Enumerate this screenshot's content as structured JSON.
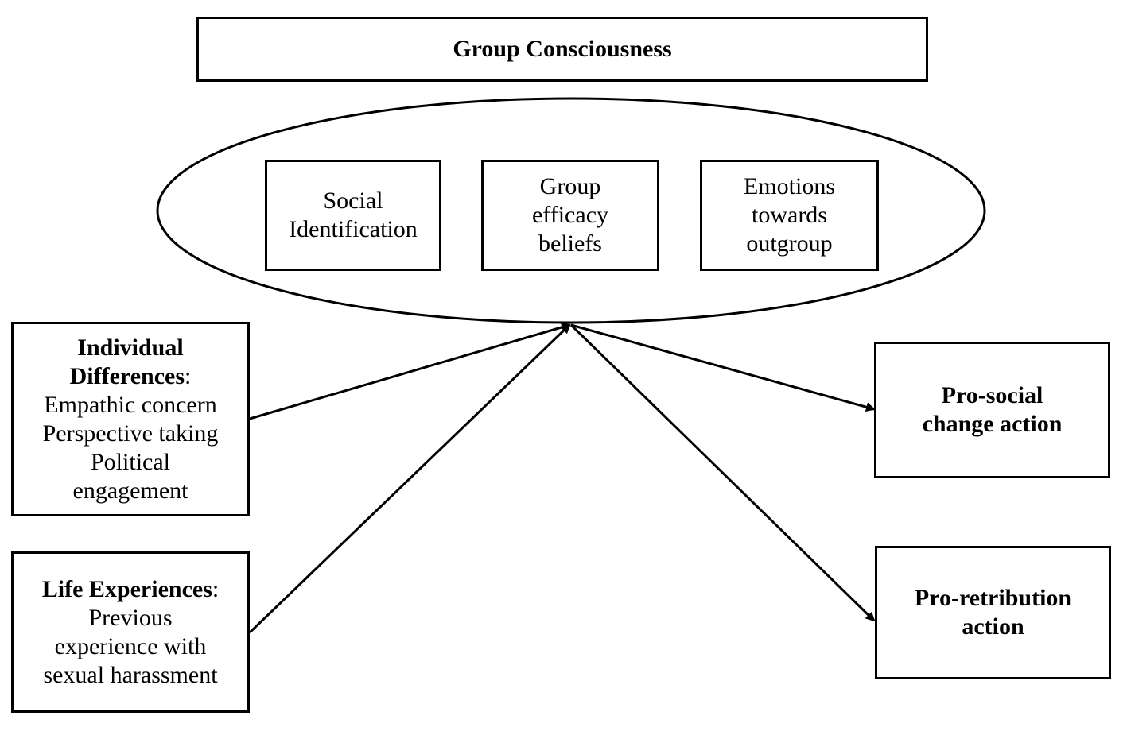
{
  "title": "Group Consciousness",
  "components": {
    "social_identification": [
      "Social",
      "Identification"
    ],
    "group_efficacy": [
      "Group",
      "efficacy",
      "beliefs"
    ],
    "emotions_outgroup": [
      "Emotions",
      "towards",
      "outgroup"
    ]
  },
  "individual_differences": {
    "heading_line1": "Individual",
    "heading_line2": "Differences",
    "heading_suffix": ":",
    "items": [
      "Empathic concern",
      "Perspective taking",
      "Political",
      "engagement"
    ]
  },
  "life_experiences": {
    "heading": "Life Experiences",
    "heading_suffix": ":",
    "items": [
      "Previous",
      "experience with",
      "sexual harassment"
    ]
  },
  "outcomes": {
    "prosocial": [
      "Pro-social",
      "change action"
    ],
    "retribution": [
      "Pro-retribution",
      "action"
    ]
  },
  "colors": {
    "stroke": "#000000",
    "background": "#ffffff"
  }
}
